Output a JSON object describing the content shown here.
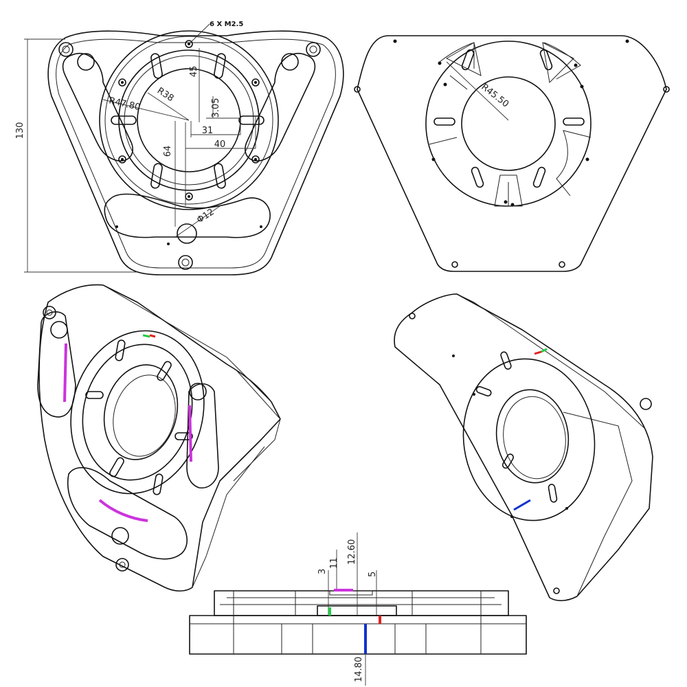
{
  "front_view": {
    "callout_screws": "6 X M2.5",
    "height": "130",
    "r_outer": "R47.80",
    "r_inner": "R38",
    "d45": "45",
    "d305": "3.05",
    "d31": "31",
    "d40": "40",
    "d64": "64",
    "phi12": "Φ12"
  },
  "back_view": {
    "radius": "R45.50"
  },
  "side_view": {
    "d3": "3",
    "d11": "11",
    "d1260": "12.60",
    "d5": "5",
    "d1480": "14.80"
  },
  "colors": {
    "line": "#111111",
    "magenta": "#cc33dd",
    "red": "#e02020",
    "green": "#22cc44",
    "blue": "#1133cc"
  }
}
